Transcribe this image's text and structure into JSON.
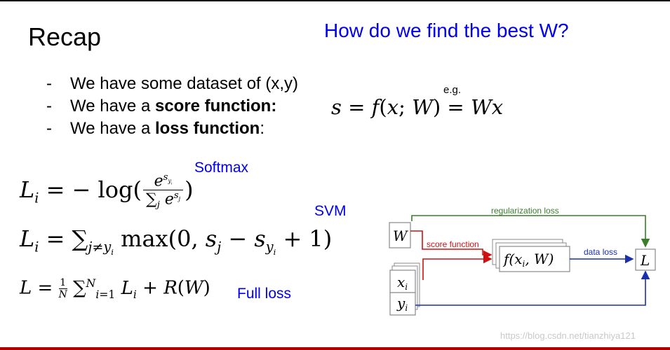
{
  "title": "Recap",
  "question": "How do we find the best W?",
  "bullets": [
    {
      "dash": "-",
      "text": "We have some dataset of (x,y)",
      "pre": "",
      "bold": "",
      "post": ""
    },
    {
      "dash": "-",
      "text": "",
      "pre": "We have a ",
      "bold": "score function:",
      "post": ""
    },
    {
      "dash": "-",
      "text": "",
      "pre": "We have a ",
      "bold": "loss function",
      "post": ":"
    }
  ],
  "eg_label": "e.g.",
  "labels": {
    "softmax": "Softmax",
    "svm": "SVM",
    "full_loss": "Full loss"
  },
  "diagram": {
    "regularization_loss": "regularization loss",
    "score_function": "score function",
    "data_loss": "data loss",
    "node_w": "W",
    "node_l": "L",
    "node_x": "x",
    "node_x_sub": "i",
    "node_y": "y",
    "node_y_sub": "i",
    "node_f": "f(x",
    "node_f_sub": "i",
    "node_f_rest": ", W)"
  },
  "colors": {
    "question": "#0000ee",
    "regularization_arrow": "#3a7d2b",
    "score_arrow": "#d01010",
    "data_arrow": "#1a2fb0"
  },
  "watermark": "https://blog.csdn.net/tianzhiya121"
}
